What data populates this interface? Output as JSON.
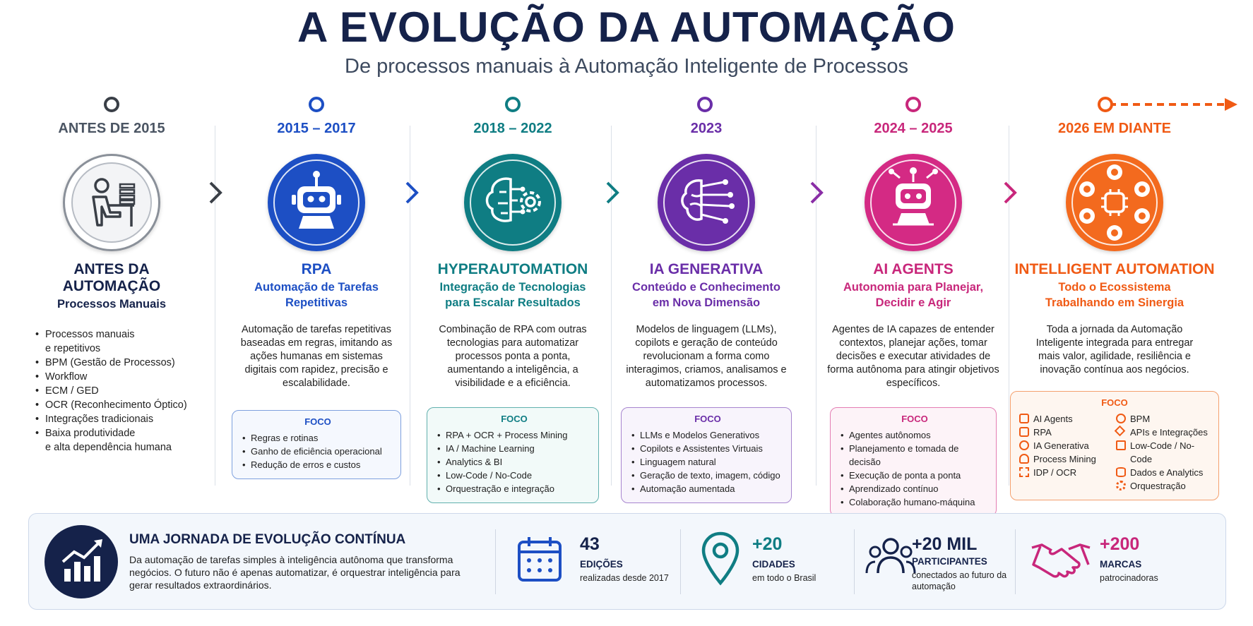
{
  "header": {
    "title": "A EVOLUÇÃO DA AUTOMAÇÃO",
    "subtitle": "De processos manuais à Automação Inteligente de Processos"
  },
  "colors": {
    "navy": "#15224a",
    "gray": "#4b5563",
    "blue": "#1d4fc4",
    "teal": "#0f7d83",
    "purple": "#6a2ea8",
    "magenta": "#c8277b",
    "orange": "#f05a14"
  },
  "stages": [
    {
      "era": "ANTES DE 2015",
      "title": "ANTES DA AUTOMAÇÃO",
      "subtitle": "Processos Manuais",
      "icon": "person-at-desk-icon",
      "items": [
        "Processos manuais",
        "e repetitivos",
        "BPM (Gestão de Processos)",
        "Workflow",
        "ECM / GED",
        "OCR (Reconhecimento Óptico)",
        "Integrações tradicionais",
        "Baixa produtividade",
        "e alta dependência humana"
      ]
    },
    {
      "era": "2015 – 2017",
      "title": "RPA",
      "subtitle": "Automação de Tarefas Repetitivas",
      "icon": "robot-icon",
      "description": "Automação de tarefas repetitivas baseadas em regras, imitando as ações humanas em sistemas digitais com rapidez, precisão e escalabilidade.",
      "focus_title": "FOCO",
      "focus": [
        "Regras e rotinas",
        "Ganho de eficiência operacional",
        "Redução de erros e custos"
      ]
    },
    {
      "era": "2018 – 2022",
      "title": "HYPERAUTOMATION",
      "subtitle": "Integração de Tecnologias para Escalar Resultados",
      "icon": "brain-gear-icon",
      "description": "Combinação de RPA com outras tecnologias para automatizar processos ponta a ponta, aumentando a inteligência, a visibilidade e a eficiência.",
      "focus_title": "FOCO",
      "focus": [
        "RPA + OCR + Process Mining",
        "IA / Machine Learning",
        "Analytics & BI",
        "Low-Code / No-Code",
        "Orquestração e integração"
      ]
    },
    {
      "era": "2023",
      "title": "IA GENERATIVA",
      "subtitle": "Conteúdo e Conhecimento em Nova Dimensão",
      "icon": "circuit-brain-icon",
      "description": "Modelos de linguagem (LLMs), copilots e geração de conteúdo revolucionam a forma como interagimos, criamos, analisamos e automatizamos processos.",
      "focus_title": "FOCO",
      "focus": [
        "LLMs e Modelos Generativos",
        "Copilots e Assistentes Virtuais",
        "Linguagem natural",
        "Geração de texto, imagem, código",
        "Automação aumentada"
      ]
    },
    {
      "era": "2024 – 2025",
      "title": "AI AGENTS",
      "subtitle": "Autonomia para Planejar, Decidir e Agir",
      "icon": "agent-robot-icon",
      "description": "Agentes de IA capazes de entender contextos, planejar ações, tomar decisões e executar atividades de forma autônoma para atingir objetivos específicos.",
      "focus_title": "FOCO",
      "focus": [
        "Agentes autônomos",
        "Planejamento e tomada de decisão",
        "Execução de ponta a ponta",
        "Aprendizado contínuo",
        "Colaboração humano-máquina"
      ]
    },
    {
      "era": "2026 EM DIANTE",
      "title": "INTELLIGENT AUTOMATION",
      "subtitle": "Todo o Ecossistema Trabalhando em Sinergia",
      "icon": "ecosystem-icon",
      "description": "Toda a jornada da Automação Inteligente integrada para entregar mais valor, agilidade, resiliência e inovação contínua aos negócios.",
      "focus_title": "FOCO",
      "focus_left": [
        "AI Agents",
        "RPA",
        "IA Generativa",
        "Process Mining",
        "IDP / OCR"
      ],
      "focus_right": [
        "BPM",
        "APIs e Integrações",
        "Low-Code / No-Code",
        "Dados e Analytics",
        "Orquestração"
      ]
    }
  ],
  "journey": {
    "title": "UMA JORNADA DE EVOLUÇÃO CONTÍNUA",
    "text": "Da automação de tarefas simples à inteligência autônoma que transforma negócios. O futuro não é apenas automatizar, é orquestrar inteligência para gerar resultados extraordinários.",
    "icon": "growth-chart-icon"
  },
  "stats": [
    {
      "value": "43",
      "label": "EDIÇÕES",
      "detail": "realizadas desde 2017",
      "icon": "calendar-icon"
    },
    {
      "value": "+20",
      "label": "CIDADES",
      "detail": "em todo o Brasil",
      "icon": "map-pin-icon"
    },
    {
      "value": "+20 MIL",
      "label": "PARTICIPANTES",
      "detail": "conectados ao futuro da automação",
      "icon": "people-icon"
    },
    {
      "value": "+200",
      "label": "MARCAS",
      "detail": "patrocinadoras",
      "icon": "handshake-icon"
    }
  ]
}
